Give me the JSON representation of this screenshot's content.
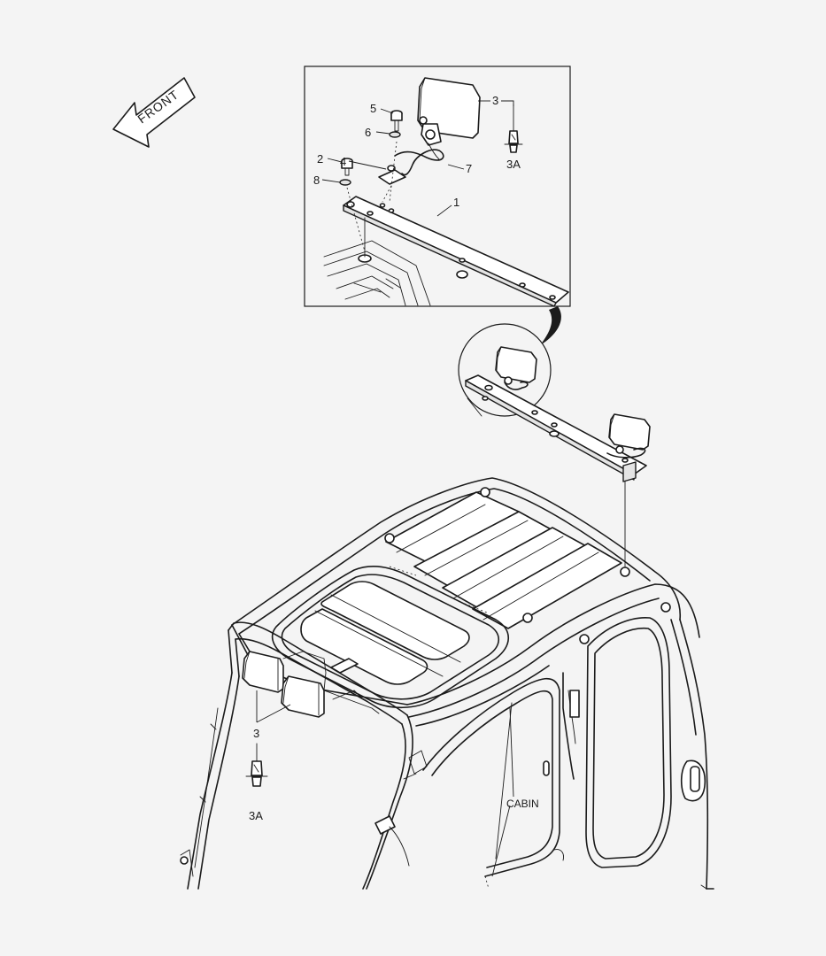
{
  "diagram": {
    "direction_label": "FRONT",
    "cabin_label": "CABIN",
    "callouts": {
      "c1": "1",
      "c2": "2",
      "c3_detail": "3",
      "c3_main": "3",
      "c3a_detail": "3A",
      "c3a_main": "3A",
      "c4": "4",
      "c5": "5",
      "c6": "6",
      "c7": "7",
      "c8": "8"
    }
  }
}
